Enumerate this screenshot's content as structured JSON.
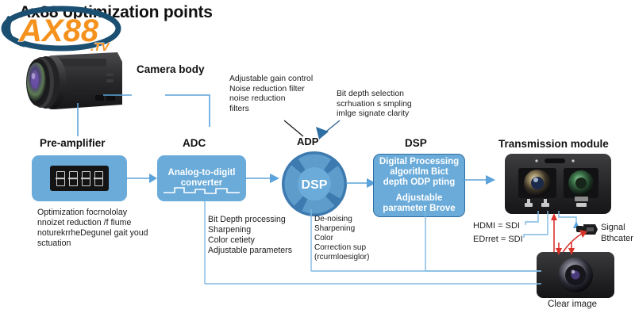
{
  "page": {
    "title": "Ax88 optimization points"
  },
  "watermark": {
    "name": "ax88-tv-logo",
    "main_text": "AX88",
    "sub_text": ".TV",
    "main_color": "#f5921e",
    "swoosh_color": "#1b4f72"
  },
  "colors": {
    "box_fill": "#6aabd9",
    "box_stroke": "#2e6ea3",
    "circle_outer": "#3d7ab0",
    "circle_inner": "#6aabd9",
    "connector": "#5ba3da",
    "signal_red": "#d9342b",
    "device_black": "#222224",
    "text": "#1c1c1c"
  },
  "headings": {
    "camera_body": "Camera body",
    "pre_amplifier": "Pre-amplifier",
    "adc": "ADC",
    "adp": "ADP",
    "dsp": "DSP",
    "transmission_module": "Transmission module"
  },
  "boxes": {
    "pre_amplifier": {
      "name": "pre-amplifier-box",
      "icon": "seven-segment-display",
      "digits": [
        "8",
        "8",
        "8",
        "8"
      ]
    },
    "adc": {
      "name": "adc-box",
      "label": "Analog-to-digitl\nconverter",
      "icon": "waveform-icon"
    },
    "dsp": {
      "name": "dsp-box",
      "top_label": "Digital Processing\nalgoritlm\nBict depth ODP pting",
      "bottom_label": "Adjustable parameter\nBrove"
    },
    "dsp_circle": {
      "name": "dsp-circle",
      "label": "DSP"
    }
  },
  "captions": {
    "pre_amplifier": "Optimization focrnololay\nnnoizet reduction /f fiume\nnoturekrrheDegunel gait youd\nsctuation",
    "adc": "Bit Depth processing\nSharpening\nColor cetiety\nAdjustable parameters",
    "dsp_circle": "De-noising\nSharpening\nColor\nCorrection sup\n(rcurmloesiglor)"
  },
  "annotations": {
    "gain_control": "Adjustable gain control\nNoise reduction filter\nnoise reduction\nfilters",
    "bit_depth": "Bit depth selection\nscrhuation s smpling\nimlge signate clarity"
  },
  "outputs": {
    "hdmi_line": "HDMI = SDI",
    "edrret_line": "EDrret = SDI",
    "signal_label": "Signal\nBthcater",
    "clear_image": "Clear image"
  },
  "devices": {
    "camera": "camera-body-device",
    "transmission": "transmission-module-device",
    "connector": "signal-connector-device",
    "monitor": "clear-image-device"
  }
}
